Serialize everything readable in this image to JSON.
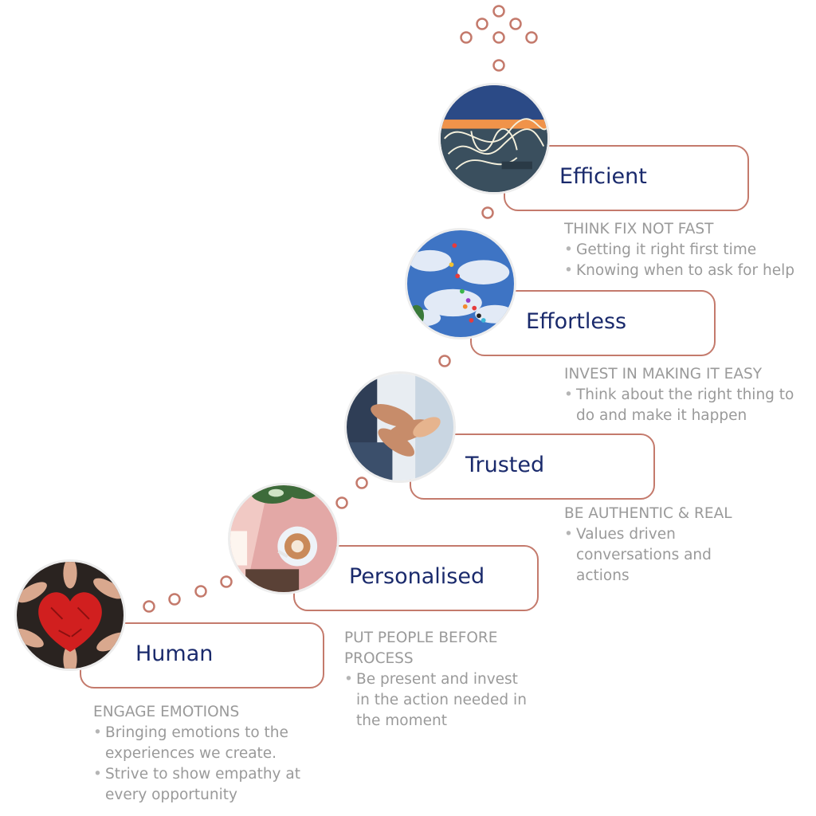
{
  "colors": {
    "accent": "#c47a6c",
    "title": "#1a2a6c",
    "text": "#9a9a9a"
  },
  "steps": [
    {
      "title": "Human",
      "image": "hands-painted-red-heart",
      "heading": "ENGAGE EMOTIONS",
      "bullets": [
        "Bringing emotions to the experiences we create.",
        "Strive to show empathy at every opportunity"
      ]
    },
    {
      "title": "Personalised",
      "image": "coffee-cup-on-pink-table",
      "heading": "PUT PEOPLE BEFORE PROCESS",
      "bullets": [
        "Be present and invest in the action needed in the moment"
      ]
    },
    {
      "title": "Trusted",
      "image": "stacked-hands-teamwork",
      "heading": "BE AUTHENTIC & REAL",
      "bullets": [
        "Values driven conversations and actions"
      ]
    },
    {
      "title": "Effortless",
      "image": "balloons-in-cloudy-sky",
      "heading": "INVEST IN MAKING IT EASY",
      "bullets": [
        "Think about the right thing to do and make it happen"
      ]
    },
    {
      "title": "Efficient",
      "image": "light-trails-at-dusk",
      "heading": "THINK FIX NOT FAST",
      "bullets": [
        "Getting it right first time",
        "Knowing when to ask for help"
      ]
    }
  ]
}
